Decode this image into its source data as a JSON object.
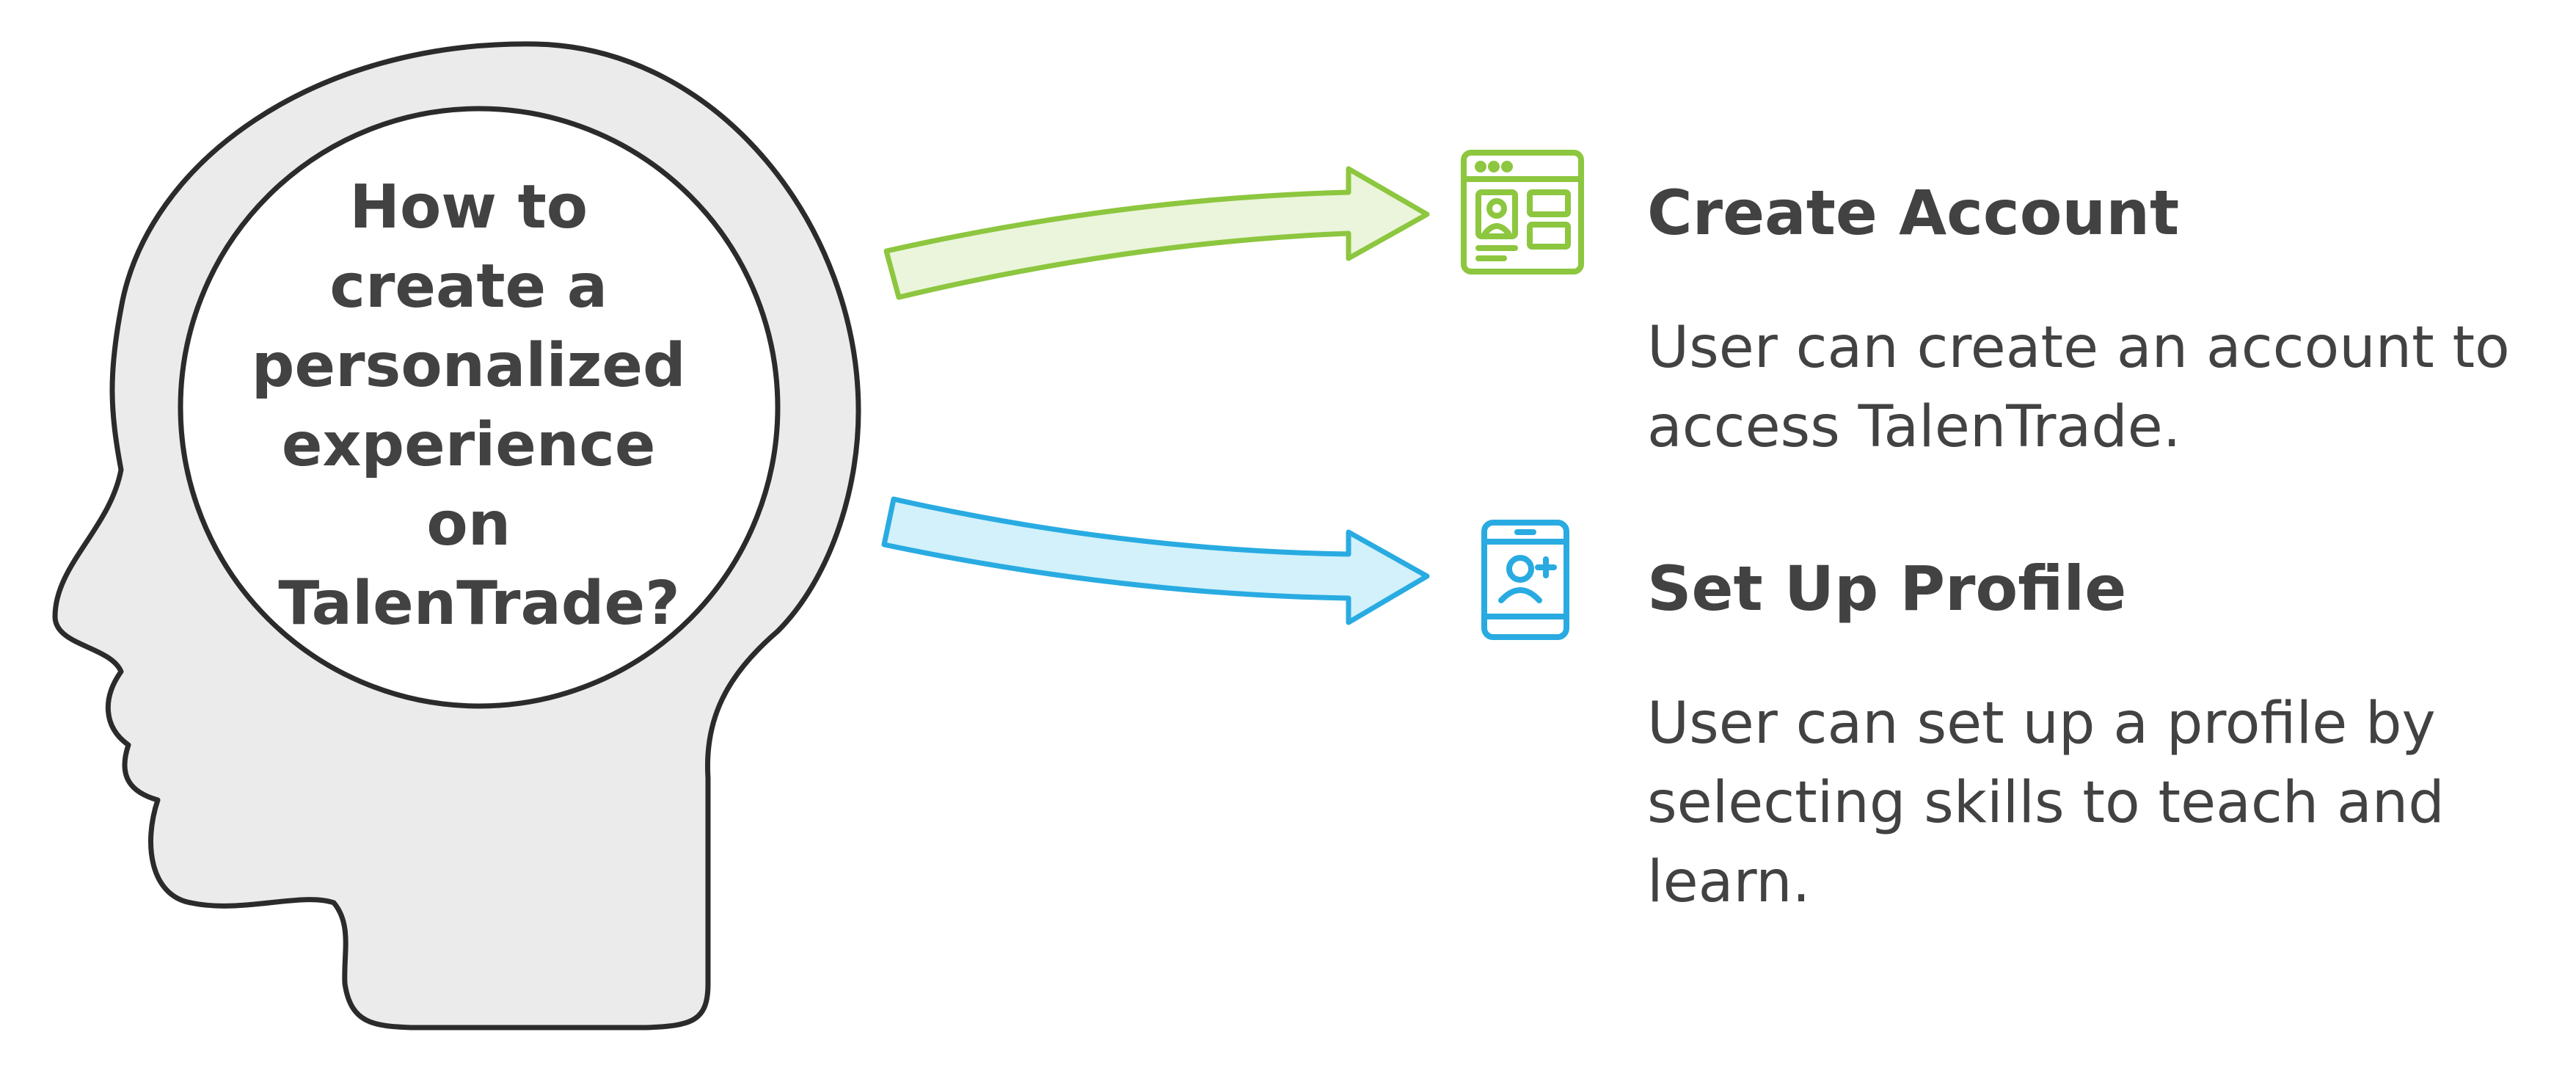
{
  "question": {
    "lines": [
      "How to",
      "create a",
      "personalized",
      "experience",
      "on",
      "TalenTrade?"
    ]
  },
  "items": [
    {
      "title": "Create Account",
      "description": "User can create an account to access TalenTrade.",
      "icon": "account-window-icon",
      "color": "#8DC63F",
      "arrow_fill": "#EAF5DB"
    },
    {
      "title": "Set Up Profile",
      "description": "User can set up a profile by selecting skills to teach and learn.",
      "icon": "mobile-add-user-icon",
      "color": "#29ABE2",
      "arrow_fill": "#D2F1FB"
    }
  ],
  "colors": {
    "head_fill": "#EBEBEB",
    "outline": "#2B2B2B",
    "text": "#424242"
  }
}
